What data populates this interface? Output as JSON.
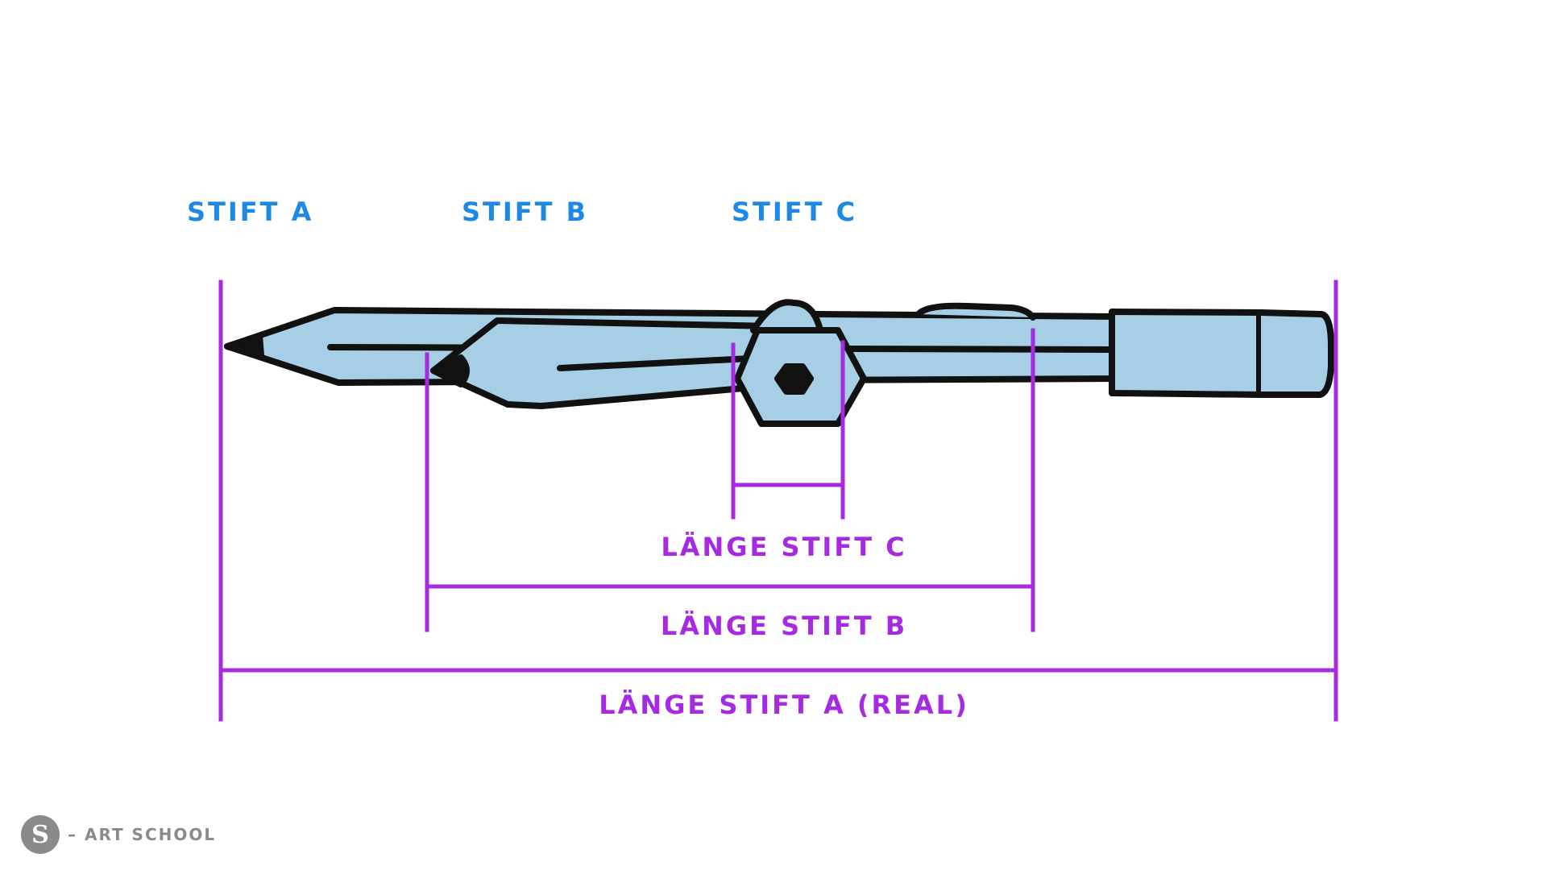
{
  "labels": {
    "pencil_a": "STIFT A",
    "pencil_b": "STIFT B",
    "pencil_c": "STIFT C",
    "length_c": "LÄNGE STIFT C",
    "length_b": "LÄNGE STIFT B",
    "length_a": "LÄNGE STIFT A (REAL)"
  },
  "brand": {
    "logo_letter": "S",
    "name": "– ART SCHOOL"
  },
  "colors": {
    "pencil_label": "#1e88e5",
    "measure": "#a62be0",
    "pencil_fill": "#a6cfe5",
    "outline": "#111111",
    "logo": "#8a8a8a"
  }
}
